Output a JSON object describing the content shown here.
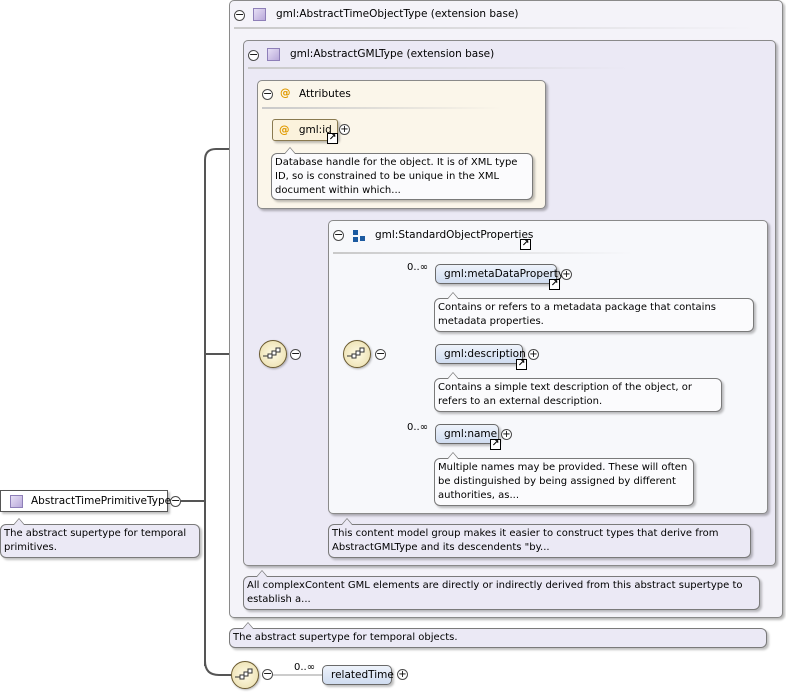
{
  "root": {
    "name": "AbstractTimePrimitiveType",
    "doc": "The abstract supertype for temporal primitives."
  },
  "outer_ext": {
    "title": "gml:AbstractTimeObjectType (extension base)",
    "doc": "The abstract supertype for temporal objects."
  },
  "inner_ext": {
    "title": "gml:AbstractGMLType (extension base)",
    "doc": "All complexContent GML elements are directly or indirectly derived from this abstract supertype to establish a..."
  },
  "attributes": {
    "title": "Attributes",
    "items": [
      {
        "name": "gml:id",
        "doc": "Database handle for the object. It is of XML type ID, so is constrained to be unique in the XML document within which..."
      }
    ]
  },
  "group": {
    "title": "gml:StandardObjectProperties",
    "doc": "This content model group makes it easier to construct types that derive from AbstractGMLType and its descendents \"by...",
    "elements": [
      {
        "name": "gml:metaDataProperty",
        "occurs": "0..∞",
        "doc": "Contains or refers to a metadata package that contains metadata properties."
      },
      {
        "name": "gml:description",
        "occurs": "",
        "doc": "Contains a simple text description of the object, or refers to an external description."
      },
      {
        "name": "gml:name",
        "occurs": "0..∞",
        "doc": "Multiple names may be provided. These will often be distinguished by being assigned by different authorities, as..."
      }
    ]
  },
  "related": {
    "name": "relatedTime",
    "occurs": "0..∞"
  },
  "icons": {
    "collapse": "minus-circle-icon",
    "expand": "plus-circle-icon",
    "reference": "arrow-link-icon",
    "sequence": "sequence-compositor-icon",
    "attribute": "at-sign-icon",
    "type": "complex-type-icon",
    "group": "model-group-icon"
  },
  "colors": {
    "ext_bg": "#f4f3f9",
    "attr_bg": "#fbf6ea",
    "element_bg": "#cfdcf0",
    "attribute_accent": "#e09a00"
  }
}
